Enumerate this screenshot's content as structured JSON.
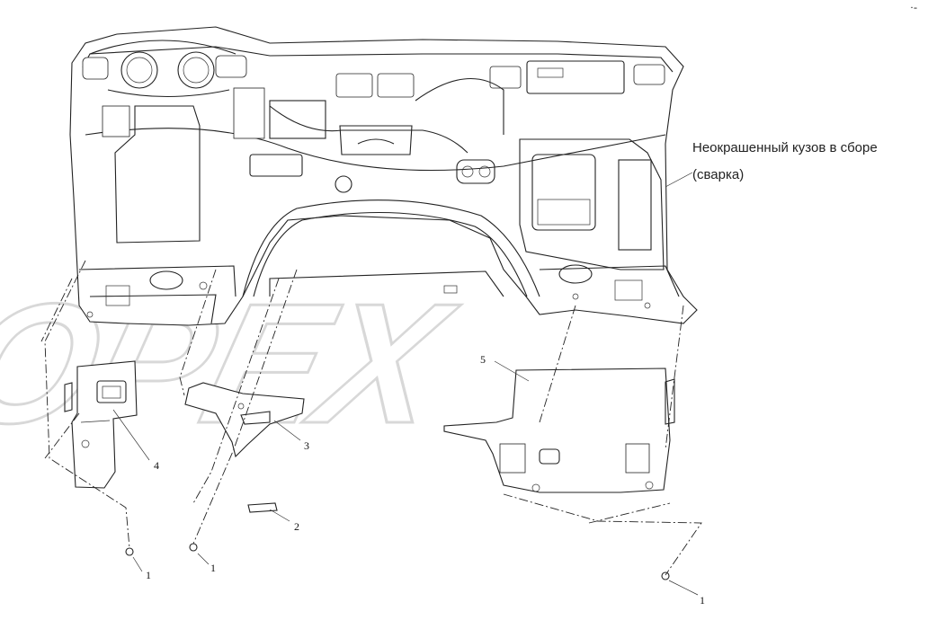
{
  "callout": {
    "line1": "Неокрашенный кузов в сборе",
    "line2": "(сварка)"
  },
  "watermark": "OPEX",
  "part_labels": {
    "p1a": "1",
    "p1b": "1",
    "p1c": "1",
    "p2": "2",
    "p3": "3",
    "p4": "4",
    "p5": "5"
  },
  "corner_mark": "·-"
}
